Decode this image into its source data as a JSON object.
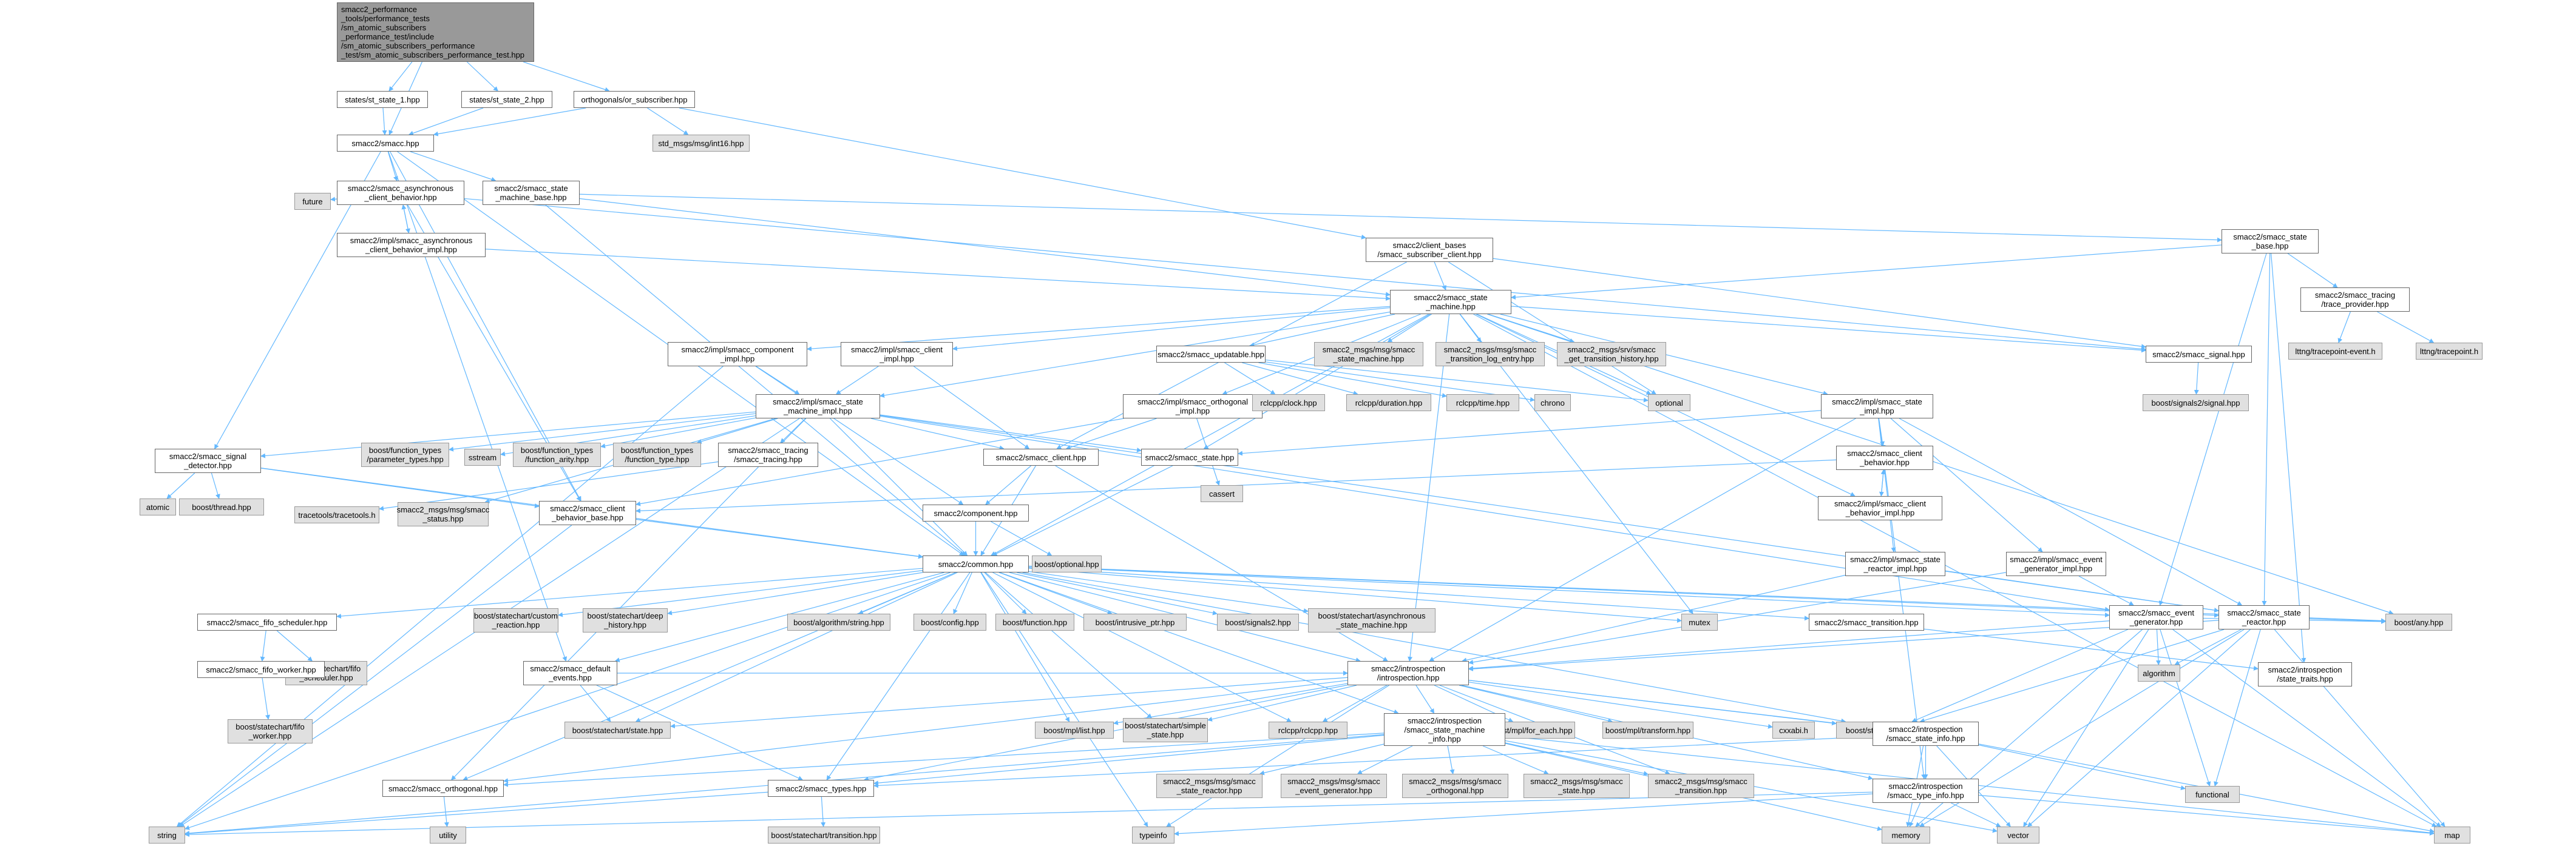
{
  "colors": {
    "edge": "#63b8ff",
    "node_border": "#666666",
    "external_fill": "#e0e0e0",
    "root_fill": "#999999"
  },
  "nodes": [
    {
      "id": "root",
      "label": "smacc2_performance\n_tools/performance_tests\n/sm_atomic_subscribers\n_performance_test/include\n/sm_atomic_subscribers_performance\n_test/sm_atomic_subscribers_performance_test.hpp",
      "kind": "root"
    },
    {
      "id": "st1",
      "label": "states/st_state_1.hpp",
      "kind": "internal"
    },
    {
      "id": "st2",
      "label": "states/st_state_2.hpp",
      "kind": "internal"
    },
    {
      "id": "orsub",
      "label": "orthogonals/or_subscriber.hpp",
      "kind": "internal"
    },
    {
      "id": "int16",
      "label": "std_msgs/msg/int16.hpp",
      "kind": "external"
    },
    {
      "id": "smacc",
      "label": "smacc2/smacc.hpp",
      "kind": "internal"
    },
    {
      "id": "asyncbeh",
      "label": "smacc2/smacc_asynchronous\n_client_behavior.hpp",
      "kind": "internal"
    },
    {
      "id": "asyncbehimpl",
      "label": "smacc2/impl/smacc_asynchronous\n_client_behavior_impl.hpp",
      "kind": "internal"
    },
    {
      "id": "future",
      "label": "future",
      "kind": "external"
    },
    {
      "id": "smbase",
      "label": "smacc2/smacc_state\n_machine_base.hpp",
      "kind": "internal"
    },
    {
      "id": "subclient",
      "label": "smacc2/client_bases\n/smacc_subscriber_client.hpp",
      "kind": "internal"
    },
    {
      "id": "statebase",
      "label": "smacc2/smacc_state\n_base.hpp",
      "kind": "internal"
    },
    {
      "id": "traceprov",
      "label": "smacc2/smacc_tracing\n/trace_provider.hpp",
      "kind": "internal"
    },
    {
      "id": "lttngev",
      "label": "lttng/tracepoint-event.h",
      "kind": "external"
    },
    {
      "id": "lttngtp",
      "label": "lttng/tracepoint.h",
      "kind": "external"
    },
    {
      "id": "sm",
      "label": "smacc2/smacc_state\n_machine.hpp",
      "kind": "internal"
    },
    {
      "id": "signal",
      "label": "smacc2/smacc_signal.hpp",
      "kind": "internal"
    },
    {
      "id": "bsig2sig",
      "label": "boost/signals2/signal.hpp",
      "kind": "external"
    },
    {
      "id": "compimpl",
      "label": "smacc2/impl/smacc_component\n_impl.hpp",
      "kind": "internal"
    },
    {
      "id": "clientimpl",
      "label": "smacc2/impl/smacc_client\n_impl.hpp",
      "kind": "internal"
    },
    {
      "id": "updatable",
      "label": "smacc2/smacc_updatable.hpp",
      "kind": "internal"
    },
    {
      "id": "msgsm",
      "label": "smacc2_msgs/msg/smacc\n_state_machine.hpp",
      "kind": "external"
    },
    {
      "id": "msglog",
      "label": "smacc2_msgs/msg/smacc\n_transition_log_entry.hpp",
      "kind": "external"
    },
    {
      "id": "srvhist",
      "label": "smacc2_msgs/srv/smacc\n_get_transition_history.hpp",
      "kind": "external"
    },
    {
      "id": "smimpl",
      "label": "smacc2/impl/smacc_state\n_machine_impl.hpp",
      "kind": "internal"
    },
    {
      "id": "orthimpl",
      "label": "smacc2/impl/smacc_orthogonal\n_impl.hpp",
      "kind": "internal"
    },
    {
      "id": "rclock",
      "label": "rclcpp/clock.hpp",
      "kind": "external"
    },
    {
      "id": "rdur",
      "label": "rclcpp/duration.hpp",
      "kind": "external"
    },
    {
      "id": "rtime",
      "label": "rclcpp/time.hpp",
      "kind": "external"
    },
    {
      "id": "chrono",
      "label": "chrono",
      "kind": "external"
    },
    {
      "id": "optional",
      "label": "optional",
      "kind": "external"
    },
    {
      "id": "stateimpl",
      "label": "smacc2/impl/smacc_state\n_impl.hpp",
      "kind": "internal"
    },
    {
      "id": "sigdet",
      "label": "smacc2/smacc_signal\n_detector.hpp",
      "kind": "internal"
    },
    {
      "id": "fnparam",
      "label": "boost/function_types\n/parameter_types.hpp",
      "kind": "external"
    },
    {
      "id": "sstream",
      "label": "sstream",
      "kind": "external"
    },
    {
      "id": "fnarity",
      "label": "boost/function_types\n/function_arity.hpp",
      "kind": "external"
    },
    {
      "id": "fntype",
      "label": "boost/function_types\n/function_type.hpp",
      "kind": "external"
    },
    {
      "id": "tracing",
      "label": "smacc2/smacc_tracing\n/smacc_tracing.hpp",
      "kind": "internal"
    },
    {
      "id": "client",
      "label": "smacc2/smacc_client.hpp",
      "kind": "internal"
    },
    {
      "id": "state",
      "label": "smacc2/smacc_state.hpp",
      "kind": "internal"
    },
    {
      "id": "cassert",
      "label": "cassert",
      "kind": "external"
    },
    {
      "id": "clientbeh",
      "label": "smacc2/smacc_client\n_behavior.hpp",
      "kind": "internal"
    },
    {
      "id": "clientbehimpl",
      "label": "smacc2/impl/smacc_client\n_behavior_impl.hpp",
      "kind": "internal"
    },
    {
      "id": "atomic",
      "label": "atomic",
      "kind": "external"
    },
    {
      "id": "bthread",
      "label": "boost/thread.hpp",
      "kind": "external"
    },
    {
      "id": "tracetp",
      "label": "tracetools/tracetools.h",
      "kind": "external"
    },
    {
      "id": "msgstatus",
      "label": "smacc2_msgs/msg/smacc\n_status.hpp",
      "kind": "external"
    },
    {
      "id": "clientbehbase",
      "label": "smacc2/smacc_client\n_behavior_base.hpp",
      "kind": "internal"
    },
    {
      "id": "component",
      "label": "smacc2/component.hpp",
      "kind": "internal"
    },
    {
      "id": "boptional",
      "label": "boost/optional.hpp",
      "kind": "external"
    },
    {
      "id": "reactorimpl",
      "label": "smacc2/impl/smacc_state\n_reactor_impl.hpp",
      "kind": "internal"
    },
    {
      "id": "evgenimpl",
      "label": "smacc2/impl/smacc_event\n_generator_impl.hpp",
      "kind": "internal"
    },
    {
      "id": "common",
      "label": "smacc2/common.hpp",
      "kind": "internal"
    },
    {
      "id": "mutex",
      "label": "mutex",
      "kind": "external"
    },
    {
      "id": "evgen",
      "label": "smacc2/smacc_event\n_generator.hpp",
      "kind": "internal"
    },
    {
      "id": "reactor",
      "label": "smacc2/smacc_state\n_reactor.hpp",
      "kind": "internal"
    },
    {
      "id": "bany",
      "label": "boost/any.hpp",
      "kind": "external"
    },
    {
      "id": "fifosch",
      "label": "smacc2/smacc_fifo_scheduler.hpp",
      "kind": "internal"
    },
    {
      "id": "bcustom",
      "label": "boost/statechart/custom\n_reaction.hpp",
      "kind": "external"
    },
    {
      "id": "bdeep",
      "label": "boost/statechart/deep\n_history.hpp",
      "kind": "external"
    },
    {
      "id": "balgo",
      "label": "boost/algorithm/string.hpp",
      "kind": "external"
    },
    {
      "id": "bconfig",
      "label": "boost/config.hpp",
      "kind": "external"
    },
    {
      "id": "bfunc",
      "label": "boost/function.hpp",
      "kind": "external"
    },
    {
      "id": "bintr",
      "label": "boost/intrusive_ptr.hpp",
      "kind": "external"
    },
    {
      "id": "bsig2",
      "label": "boost/signals2.hpp",
      "kind": "external"
    },
    {
      "id": "basync",
      "label": "boost/statechart/asynchronous\n_state_machine.hpp",
      "kind": "external"
    },
    {
      "id": "transition",
      "label": "smacc2/smacc_transition.hpp",
      "kind": "internal"
    },
    {
      "id": "algorithm",
      "label": "algorithm",
      "kind": "external"
    },
    {
      "id": "sttraits",
      "label": "smacc2/introspection\n/state_traits.hpp",
      "kind": "internal"
    },
    {
      "id": "fifosch2",
      "label": "boost/statechart/fifo\n_scheduler.hpp",
      "kind": "external"
    },
    {
      "id": "fifowork",
      "label": "smacc2/smacc_fifo_worker.hpp",
      "kind": "internal"
    },
    {
      "id": "defev",
      "label": "smacc2/smacc_default\n_events.hpp",
      "kind": "internal"
    },
    {
      "id": "intro",
      "label": "smacc2/introspection\n/introspection.hpp",
      "kind": "internal"
    },
    {
      "id": "fifowork2",
      "label": "boost/statechart/fifo\n_worker.hpp",
      "kind": "external"
    },
    {
      "id": "bstate",
      "label": "boost/statechart/state.hpp",
      "kind": "external"
    },
    {
      "id": "bmpllist",
      "label": "boost/mpl/list.hpp",
      "kind": "external"
    },
    {
      "id": "bsimple",
      "label": "boost/statechart/simple\n_state.hpp",
      "kind": "external"
    },
    {
      "id": "rclcpp",
      "label": "rclcpp/rclcpp.hpp",
      "kind": "external"
    },
    {
      "id": "bforeach",
      "label": "boost/mpl/for_each.hpp",
      "kind": "external"
    },
    {
      "id": "btransform",
      "label": "boost/mpl/transform.hpp",
      "kind": "external"
    },
    {
      "id": "cxxabi",
      "label": "cxxabi.h",
      "kind": "external"
    },
    {
      "id": "bevent",
      "label": "boost/statechart/event.hpp",
      "kind": "external"
    },
    {
      "id": "smachinfo",
      "label": "smacc2/introspection\n/smacc_state_machine\n_info.hpp",
      "kind": "internal"
    },
    {
      "id": "stinfo",
      "label": "smacc2/introspection\n/smacc_state_info.hpp",
      "kind": "internal"
    },
    {
      "id": "orth",
      "label": "smacc2/smacc_orthogonal.hpp",
      "kind": "internal"
    },
    {
      "id": "types",
      "label": "smacc2/smacc_types.hpp",
      "kind": "internal"
    },
    {
      "id": "msgreact",
      "label": "smacc2_msgs/msg/smacc\n_state_reactor.hpp",
      "kind": "external"
    },
    {
      "id": "msgevgen",
      "label": "smacc2_msgs/msg/smacc\n_event_generator.hpp",
      "kind": "external"
    },
    {
      "id": "msgorth",
      "label": "smacc2_msgs/msg/smacc\n_orthogonal.hpp",
      "kind": "external"
    },
    {
      "id": "msgstate",
      "label": "smacc2_msgs/msg/smacc\n_state.hpp",
      "kind": "external"
    },
    {
      "id": "msgtrans",
      "label": "smacc2_msgs/msg/smacc\n_transition.hpp",
      "kind": "external"
    },
    {
      "id": "typeinfo",
      "label": "smacc2/introspection\n/smacc_type_info.hpp",
      "kind": "internal"
    },
    {
      "id": "functional",
      "label": "functional",
      "kind": "external"
    },
    {
      "id": "utility",
      "label": "utility",
      "kind": "external"
    },
    {
      "id": "string",
      "label": "string",
      "kind": "external"
    },
    {
      "id": "btrans",
      "label": "boost/statechart/transition.hpp",
      "kind": "external"
    },
    {
      "id": "typeinfoh",
      "label": "typeinfo",
      "kind": "external"
    },
    {
      "id": "memory",
      "label": "memory",
      "kind": "external"
    },
    {
      "id": "vector",
      "label": "vector",
      "kind": "external"
    },
    {
      "id": "map",
      "label": "map",
      "kind": "external"
    }
  ],
  "edges": [
    [
      "root",
      "st1"
    ],
    [
      "root",
      "st2"
    ],
    [
      "root",
      "orsub"
    ],
    [
      "root",
      "smacc"
    ],
    [
      "st1",
      "smacc"
    ],
    [
      "st2",
      "smacc"
    ],
    [
      "orsub",
      "int16"
    ],
    [
      "orsub",
      "smacc"
    ],
    [
      "orsub",
      "subclient"
    ],
    [
      "smacc",
      "asyncbeh"
    ],
    [
      "smacc",
      "smbase"
    ],
    [
      "smacc",
      "sigdet"
    ],
    [
      "smacc",
      "common"
    ],
    [
      "smacc",
      "defev"
    ],
    [
      "smacc",
      "clientbehbase"
    ],
    [
      "asyncbeh",
      "future"
    ],
    [
      "asyncbeh",
      "asyncbehimpl"
    ],
    [
      "asyncbeh",
      "signal"
    ],
    [
      "asyncbeh",
      "clientbehbase"
    ],
    [
      "asyncbehimpl",
      "asyncbeh"
    ],
    [
      "asyncbehimpl",
      "sm"
    ],
    [
      "smbase",
      "statebase"
    ],
    [
      "smbase",
      "common"
    ],
    [
      "smbase",
      "sm"
    ],
    [
      "subclient",
      "sm"
    ],
    [
      "subclient",
      "client"
    ],
    [
      "subclient",
      "signal"
    ],
    [
      "subclient",
      "optional"
    ],
    [
      "statebase",
      "sm"
    ],
    [
      "statebase",
      "traceprov"
    ],
    [
      "statebase",
      "evgen"
    ],
    [
      "statebase",
      "reactor"
    ],
    [
      "statebase",
      "sttraits"
    ],
    [
      "traceprov",
      "lttngev"
    ],
    [
      "traceprov",
      "lttngtp"
    ],
    [
      "sm",
      "compimpl"
    ],
    [
      "sm",
      "clientimpl"
    ],
    [
      "sm",
      "updatable"
    ],
    [
      "sm",
      "msgsm"
    ],
    [
      "sm",
      "msglog"
    ],
    [
      "sm",
      "srvhist"
    ],
    [
      "sm",
      "signal"
    ],
    [
      "sm",
      "stateimpl"
    ],
    [
      "sm",
      "orthimpl"
    ],
    [
      "sm",
      "smimpl"
    ],
    [
      "sm",
      "common"
    ],
    [
      "sm",
      "intro"
    ],
    [
      "sm",
      "mutex"
    ],
    [
      "sm",
      "map"
    ],
    [
      "sm",
      "bany"
    ],
    [
      "sm",
      "state"
    ],
    [
      "sm",
      "optional"
    ],
    [
      "sm",
      "clientbehimpl"
    ],
    [
      "signal",
      "bsig2sig"
    ],
    [
      "compimpl",
      "smimpl"
    ],
    [
      "compimpl",
      "component"
    ],
    [
      "compimpl",
      "string"
    ],
    [
      "clientimpl",
      "smimpl"
    ],
    [
      "clientimpl",
      "client"
    ],
    [
      "updatable",
      "rclock"
    ],
    [
      "updatable",
      "rdur"
    ],
    [
      "updatable",
      "rtime"
    ],
    [
      "updatable",
      "chrono"
    ],
    [
      "updatable",
      "optional"
    ],
    [
      "orthimpl",
      "client"
    ],
    [
      "orthimpl",
      "cassert"
    ],
    [
      "orthimpl",
      "clientbehbase"
    ],
    [
      "smimpl",
      "sigdet"
    ],
    [
      "smimpl",
      "fnparam"
    ],
    [
      "smimpl",
      "sstream"
    ],
    [
      "smimpl",
      "fnarity"
    ],
    [
      "smimpl",
      "fntype"
    ],
    [
      "smimpl",
      "tracing"
    ],
    [
      "smimpl",
      "client"
    ],
    [
      "smimpl",
      "state"
    ],
    [
      "smimpl",
      "msgstatus"
    ],
    [
      "smimpl",
      "orth"
    ],
    [
      "smimpl",
      "string"
    ],
    [
      "smimpl",
      "reactor"
    ],
    [
      "smimpl",
      "evgen"
    ],
    [
      "smimpl",
      "common"
    ],
    [
      "stateimpl",
      "state"
    ],
    [
      "stateimpl",
      "clientbeh"
    ],
    [
      "stateimpl",
      "reactorimpl"
    ],
    [
      "stateimpl",
      "evgenimpl"
    ],
    [
      "stateimpl",
      "intro"
    ],
    [
      "stateimpl",
      "reactor"
    ],
    [
      "stateimpl",
      "typeinfo"
    ],
    [
      "sigdet",
      "atomic"
    ],
    [
      "sigdet",
      "bthread"
    ],
    [
      "sigdet",
      "common"
    ],
    [
      "sigdet",
      "clientbehbase"
    ],
    [
      "tracing",
      "tracetp"
    ],
    [
      "client",
      "component"
    ],
    [
      "client",
      "common"
    ],
    [
      "client",
      "intro"
    ],
    [
      "state",
      "common"
    ],
    [
      "clientbeh",
      "clientbehimpl"
    ],
    [
      "clientbeh",
      "clientbehbase"
    ],
    [
      "clientbehimpl",
      "clientbeh"
    ],
    [
      "clientbehbase",
      "common"
    ],
    [
      "clientbehbase",
      "string"
    ],
    [
      "component",
      "common"
    ],
    [
      "component",
      "boptional"
    ],
    [
      "reactorimpl",
      "reactor"
    ],
    [
      "reactorimpl",
      "intro"
    ],
    [
      "evgenimpl",
      "evgen"
    ],
    [
      "evgenimpl",
      "intro"
    ],
    [
      "common",
      "fifosch"
    ],
    [
      "common",
      "bcustom"
    ],
    [
      "common",
      "bdeep"
    ],
    [
      "common",
      "balgo"
    ],
    [
      "common",
      "bconfig"
    ],
    [
      "common",
      "bfunc"
    ],
    [
      "common",
      "bintr"
    ],
    [
      "common",
      "bsig2"
    ],
    [
      "common",
      "basync"
    ],
    [
      "common",
      "transition"
    ],
    [
      "common",
      "mutex"
    ],
    [
      "common",
      "bany"
    ],
    [
      "common",
      "defev"
    ],
    [
      "common",
      "intro"
    ],
    [
      "common",
      "types"
    ],
    [
      "common",
      "orth"
    ],
    [
      "common",
      "string"
    ],
    [
      "common",
      "bstate"
    ],
    [
      "common",
      "bmpllist"
    ],
    [
      "common",
      "bsimple"
    ],
    [
      "common",
      "rclcpp"
    ],
    [
      "common",
      "typeinfoh"
    ],
    [
      "common",
      "evgen"
    ],
    [
      "common",
      "reactor"
    ],
    [
      "common",
      "bevent"
    ],
    [
      "common",
      "smachinfo"
    ],
    [
      "evgen",
      "intro"
    ],
    [
      "evgen",
      "algorithm"
    ],
    [
      "evgen",
      "functional"
    ],
    [
      "evgen",
      "memory"
    ],
    [
      "evgen",
      "vector"
    ],
    [
      "evgen",
      "map"
    ],
    [
      "evgen",
      "bevent"
    ],
    [
      "evgen",
      "bany"
    ],
    [
      "reactor",
      "intro"
    ],
    [
      "reactor",
      "algorithm"
    ],
    [
      "reactor",
      "functional"
    ],
    [
      "reactor",
      "memory"
    ],
    [
      "reactor",
      "vector"
    ],
    [
      "reactor",
      "map"
    ],
    [
      "reactor",
      "bevent"
    ],
    [
      "reactor",
      "bany"
    ],
    [
      "fifosch",
      "fifosch2"
    ],
    [
      "fifosch",
      "fifowork"
    ],
    [
      "fifowork",
      "fifowork2"
    ],
    [
      "transition",
      "sttraits"
    ],
    [
      "defev",
      "bstate"
    ],
    [
      "defev",
      "intro"
    ],
    [
      "defev",
      "types"
    ],
    [
      "intro",
      "bstate"
    ],
    [
      "intro",
      "bmpllist"
    ],
    [
      "intro",
      "bsimple"
    ],
    [
      "intro",
      "rclcpp"
    ],
    [
      "intro",
      "bforeach"
    ],
    [
      "intro",
      "btransform"
    ],
    [
      "intro",
      "cxxabi"
    ],
    [
      "intro",
      "bevent"
    ],
    [
      "intro",
      "smachinfo"
    ],
    [
      "intro",
      "stinfo"
    ],
    [
      "intro",
      "typeinfo"
    ],
    [
      "intro",
      "msgtrans"
    ],
    [
      "intro",
      "types"
    ],
    [
      "intro",
      "orth"
    ],
    [
      "intro",
      "typeinfoh"
    ],
    [
      "smachinfo",
      "msgreact"
    ],
    [
      "smachinfo",
      "msgevgen"
    ],
    [
      "smachinfo",
      "msgorth"
    ],
    [
      "smachinfo",
      "msgstate"
    ],
    [
      "smachinfo",
      "msgtrans"
    ],
    [
      "smachinfo",
      "types"
    ],
    [
      "smachinfo",
      "orth"
    ],
    [
      "smachinfo",
      "memory"
    ],
    [
      "smachinfo",
      "map"
    ],
    [
      "smachinfo",
      "vector"
    ],
    [
      "smachinfo",
      "string"
    ],
    [
      "stinfo",
      "typeinfo"
    ],
    [
      "stinfo",
      "functional"
    ],
    [
      "stinfo",
      "memory"
    ],
    [
      "stinfo",
      "vector"
    ],
    [
      "stinfo",
      "map"
    ],
    [
      "stinfo",
      "types"
    ],
    [
      "orth",
      "utility"
    ],
    [
      "types",
      "btrans"
    ],
    [
      "types",
      "string"
    ],
    [
      "typeinfo",
      "memory"
    ],
    [
      "typeinfo",
      "vector"
    ],
    [
      "typeinfo",
      "map"
    ],
    [
      "typeinfo",
      "typeinfoh"
    ],
    [
      "typeinfo",
      "string"
    ]
  ]
}
